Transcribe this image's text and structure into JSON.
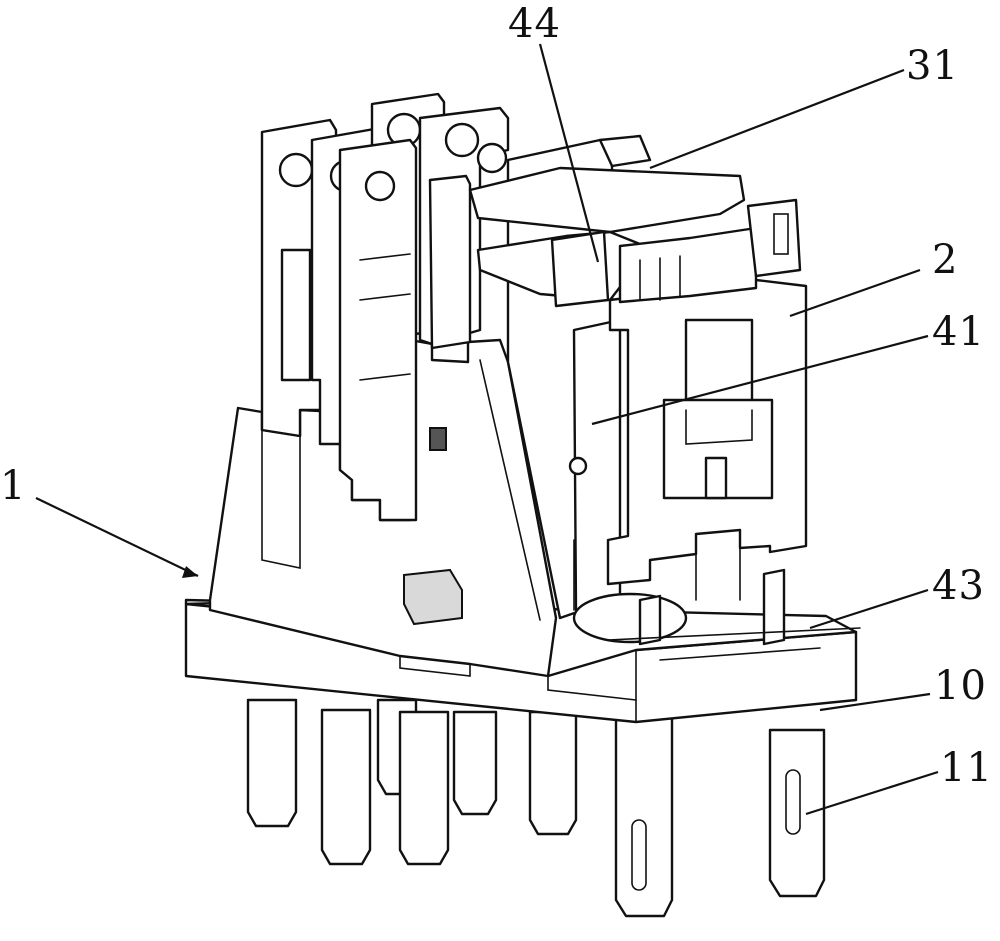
{
  "figure": {
    "labels": {
      "l44": "44",
      "l31": "31",
      "l2": "2",
      "l41": "41",
      "l1": "1",
      "l43": "43",
      "l10": "10",
      "l11": "11"
    }
  }
}
